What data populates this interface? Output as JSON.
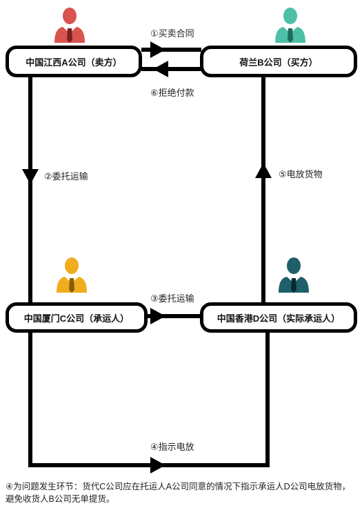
{
  "entities": {
    "seller": {
      "name": "中国江西A公司（卖方）",
      "color": "#d9534f"
    },
    "buyer": {
      "name": "荷兰B公司（买方）",
      "color": "#4cbfa6"
    },
    "carrier": {
      "name": "中国厦门C公司（承运人）",
      "color": "#f0ad1e"
    },
    "actual_carrier": {
      "name": "中国香港D公司（实际承运人）",
      "color": "#1f5f6b"
    }
  },
  "flows": {
    "step1": "①买卖合同",
    "step6": "⑥拒绝付款",
    "step2": "②委托运输",
    "step5": "⑤电放货物",
    "step3": "③委托运输",
    "step4": "④指示电放"
  },
  "note": "④为问题发生环节：货代C公司应在托运人A公司同意的情况下指示承运人D公司电放货物，避免收货人B公司无单提货。"
}
